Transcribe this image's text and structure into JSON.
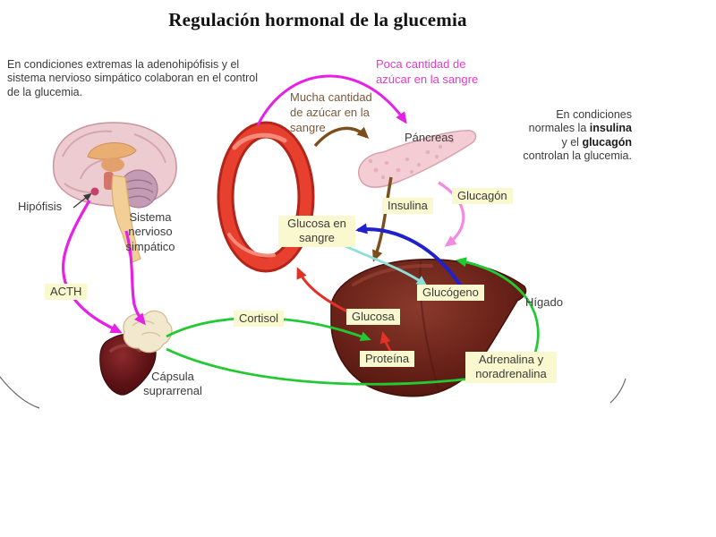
{
  "title": "Regulación hormonal de la glucemia",
  "notes": {
    "left": "En condiciones extremas la adenohipófisis y el sistema nervioso simpático colaboran en el control de la glucemia.",
    "right_pre": "En condiciones normales la ",
    "right_bold_insulin": "insulina",
    "right_mid": " y el ",
    "right_bold_glucagon": "glucagón",
    "right_post": " controlan la glucemia.",
    "high_sugar": "Mucha cantidad de azúcar en la sangre",
    "low_sugar": "Poca cantidad de azúcar en la sangre"
  },
  "organs": {
    "pituitary": "Hipófisis",
    "sympathetic_system": "Sistema nervioso simpático",
    "pancreas": "Páncreas",
    "adrenal_capsule": "Cápsula suprarrenal",
    "liver": "Hígado"
  },
  "tags": {
    "acth": "ACTH",
    "cortisol": "Cortisol",
    "insulin": "Insulina",
    "glucagon": "Glucagón",
    "blood_glucose": "Glucosa en sangre",
    "glycogen": "Glucógeno",
    "glucose": "Glucosa",
    "protein": "Proteína",
    "adrenaline": "Adrenalina y noradrenalina"
  },
  "colors": {
    "tag_background": "#faf8ce",
    "magenta_arrow": "#e620e6",
    "pink_arrow": "#f28ae2",
    "green_arrow": "#22c932",
    "blue_arrow": "#2020cc",
    "cyan_arrow": "#8be0da",
    "red_arrow": "#e23227",
    "brown_arrow": "#7b4e1c",
    "ring_red": "#e8402f",
    "liver_brown": "#6b2319",
    "pancreas_pink": "#f4cdd4"
  }
}
